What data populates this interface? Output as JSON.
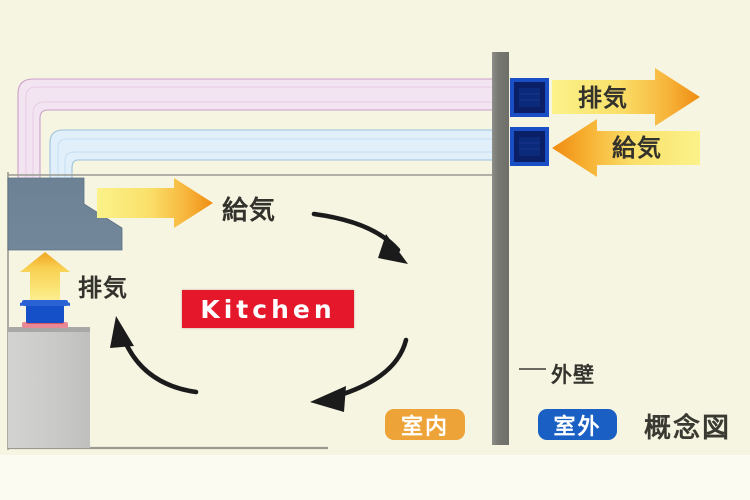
{
  "diagram": {
    "title": "概念図",
    "background_color": "#f6f5e2",
    "labels": {
      "supply_air_indoor": "給気",
      "exhaust_air_indoor": "排気",
      "exhaust_air_outdoor": "排気",
      "supply_air_outdoor": "給気",
      "exterior_wall": "外壁",
      "concept_drawing": "概念図"
    },
    "kitchen_tag": {
      "text": "Kitchen",
      "bg_color": "#e5182b",
      "text_color": "#ffffff"
    },
    "pills": [
      {
        "name": "indoor",
        "text": "室内",
        "bg_color": "#eda337"
      },
      {
        "name": "outdoor",
        "text": "室外",
        "bg_color": "#1a5fc4"
      }
    ],
    "colors": {
      "exhaust_duct": "#e9d2e6",
      "supply_duct": "#d2e7f5",
      "wall": "#7f7f7f",
      "range_hood": "#6f8296",
      "vent_box": "#0f2f8f",
      "pot": "#1550c8",
      "arrow_yellow": "#f7e26a",
      "arrow_orange": "#f29b1f",
      "flow_arrow": "#1b1b1b",
      "counter": "#cccccc"
    },
    "elements": {
      "range_hood": "range-hood",
      "cooking_pot": "cooking-pot",
      "stove_counter": "stove-counter",
      "exterior_wall_column": "exterior-wall",
      "exhaust_vent_box": "exhaust-vent",
      "supply_vent_box": "supply-vent",
      "exhaust_duct_path": "exhaust-duct",
      "supply_duct_path": "supply-duct",
      "circulation_arrows": 3
    }
  }
}
